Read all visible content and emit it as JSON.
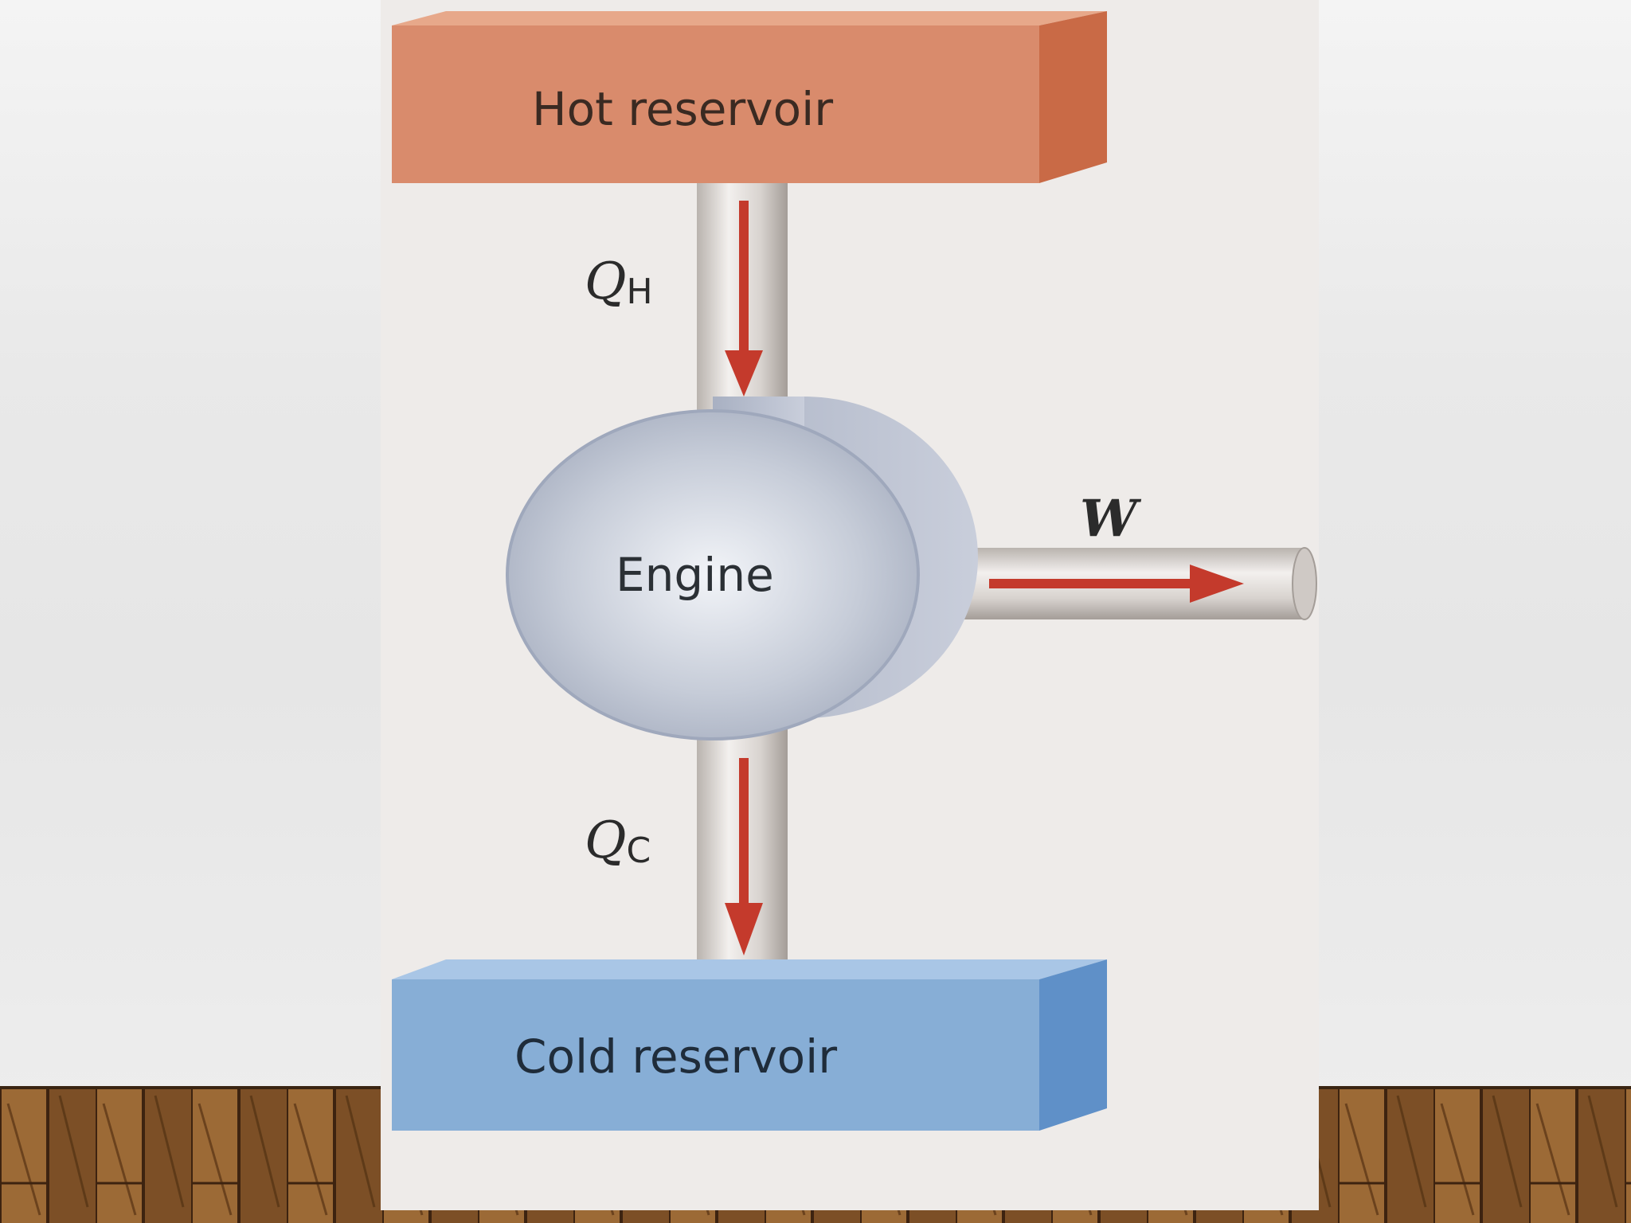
{
  "diagram": {
    "hot_reservoir": "Hot reservoir",
    "cold_reservoir": "Cold reservoir",
    "engine": "Engine",
    "heat_in": {
      "symbol": "Q",
      "subscript": "H"
    },
    "heat_out": {
      "symbol": "Q",
      "subscript": "C"
    },
    "work": "W"
  },
  "colors": {
    "hot": "#d98b6c",
    "cold": "#87aed6",
    "arrow": "#c43a2c"
  }
}
